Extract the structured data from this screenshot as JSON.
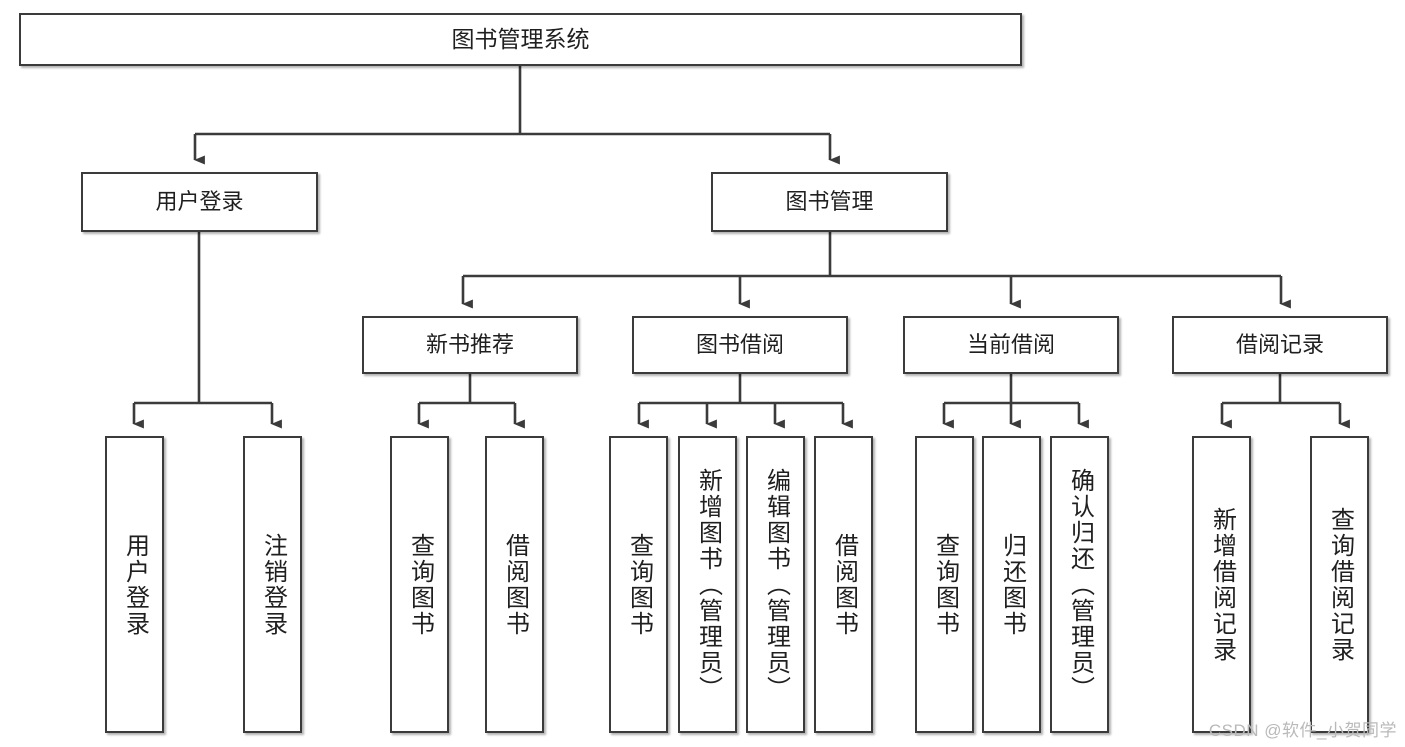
{
  "diagram": {
    "title": "图书管理系统",
    "root": {
      "label": "图书管理系统"
    },
    "level1": [
      {
        "label": "用户登录"
      },
      {
        "label": "图书管理"
      }
    ],
    "level2": [
      {
        "label": "新书推荐"
      },
      {
        "label": "图书借阅"
      },
      {
        "label": "当前借阅"
      },
      {
        "label": "借阅记录"
      }
    ],
    "leaves": [
      {
        "label": "用户登录"
      },
      {
        "label": "注销登录"
      },
      {
        "label": "查询图书"
      },
      {
        "label": "借阅图书"
      },
      {
        "label": "查询图书"
      },
      {
        "label": "新增图书（管理员）"
      },
      {
        "label": "编辑图书（管理员）"
      },
      {
        "label": "借阅图书"
      },
      {
        "label": "查询图书"
      },
      {
        "label": "归还图书"
      },
      {
        "label": "确认归还（管理员）"
      },
      {
        "label": "新增借阅记录"
      },
      {
        "label": "查询借阅记录"
      }
    ]
  },
  "watermark": {
    "text": "CSDN @软件_小贺同学"
  },
  "colors": {
    "stroke": "#3b3b3b",
    "fill": "#ffffff",
    "text": "#1f1f1f",
    "watermark": "#b9b9b9"
  }
}
